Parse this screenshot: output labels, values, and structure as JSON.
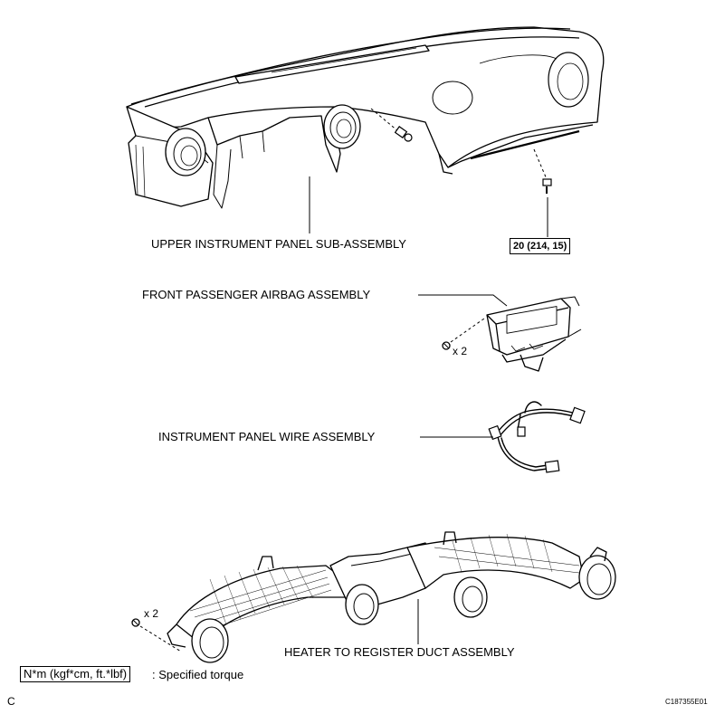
{
  "labels": {
    "upper_panel": "UPPER INSTRUMENT PANEL SUB-ASSEMBLY",
    "airbag": "FRONT PASSENGER AIRBAG ASSEMBLY",
    "wire": "INSTRUMENT PANEL WIRE ASSEMBLY",
    "duct": "HEATER TO REGISTER DUCT ASSEMBLY"
  },
  "torque_value": "20 (214, 15)",
  "quantities": {
    "airbag_bolts": "x 2",
    "duct_bolts": "x 2"
  },
  "legend": {
    "unit_box": "N*m (kgf*cm, ft.*lbf)",
    "unit_text": ": Specified torque"
  },
  "corner_letter": "C",
  "figure_code": "C187355E01"
}
